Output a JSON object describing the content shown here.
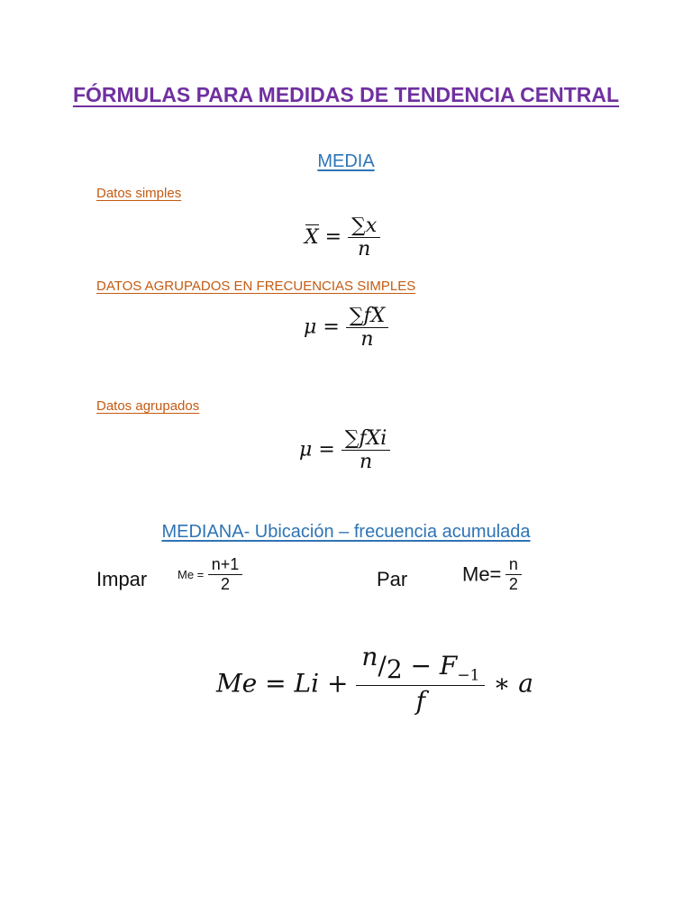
{
  "title": "FÓRMULAS PARA MEDIDAS DE TENDENCIA CENTRAL",
  "media": {
    "heading": "MEDIA",
    "simple": {
      "label": "Datos simples",
      "lhs": "X",
      "eq": "=",
      "num": "∑x",
      "den": "n"
    },
    "freq_simple": {
      "label": "DATOS AGRUPADOS EN FRECUENCIAS SIMPLES",
      "lhs": "μ",
      "eq": "=",
      "num": "∑fX",
      "den": "n"
    },
    "grouped": {
      "label": "Datos agrupados",
      "lhs": "μ",
      "eq": "=",
      "num": "∑fXi",
      "den": "n"
    }
  },
  "mediana": {
    "heading": "MEDIANA- Ubicación – frecuencia acumulada",
    "impar": {
      "label": "Impar",
      "me": "Me =",
      "num": "n+1",
      "den": "2"
    },
    "par": {
      "label": "Par",
      "me": "Me=",
      "num": "n",
      "den": "2"
    },
    "formula": {
      "lhs": "Me = Li +",
      "num_n": "n",
      "num_slash": "/",
      "num_2": "2",
      "num_minus": "− F",
      "num_sub": "−1",
      "den": "f",
      "tail": "∗ a"
    }
  }
}
